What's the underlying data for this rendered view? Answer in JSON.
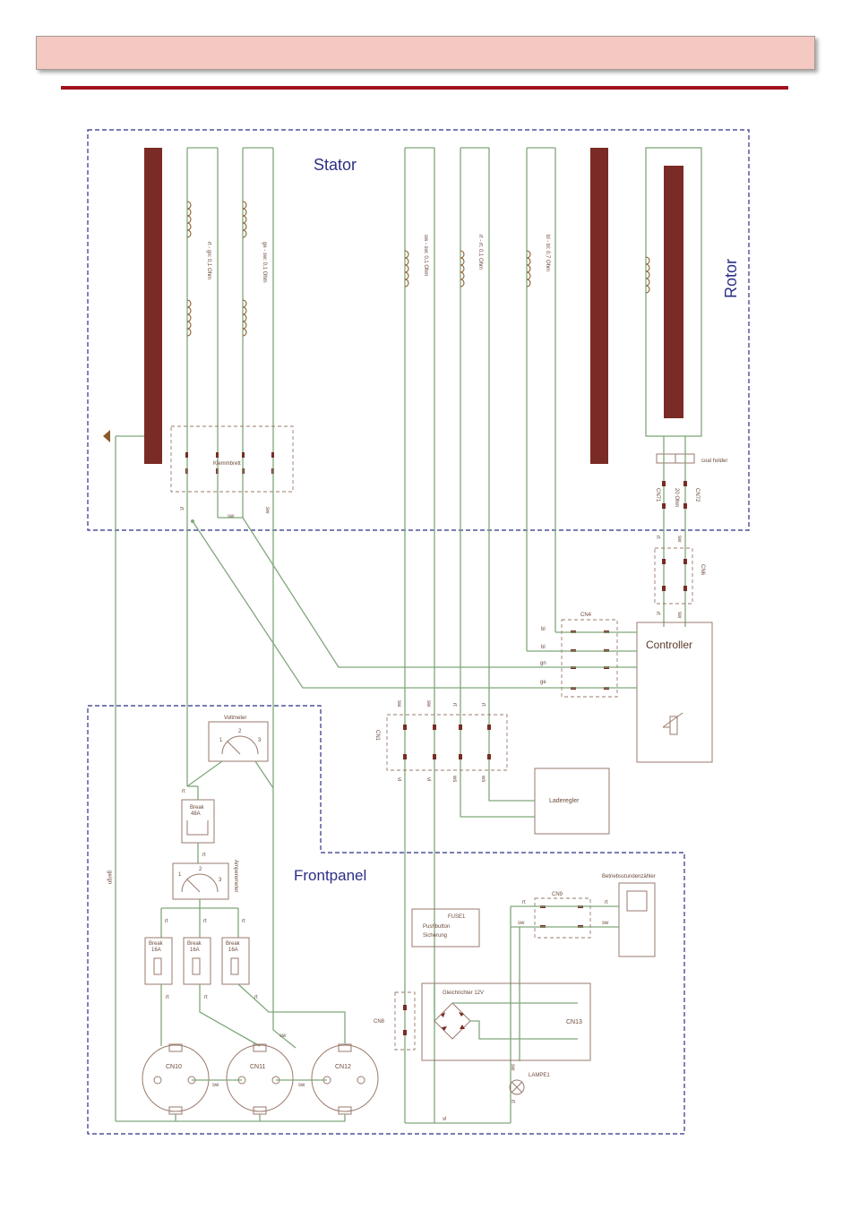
{
  "header": {
    "bar_color": "#f3c9c1",
    "rule_color": "#a0121e"
  },
  "colors": {
    "wire": "#7fa87a",
    "frame": "#2c2f86",
    "bar": "#7a2b25",
    "box": "#9a7a6c"
  },
  "titles": {
    "stator": "Stator",
    "rotor": "Rotor",
    "frontpanel": "Frontpanel"
  },
  "coils": {
    "c1": "rt - gn: 0,1 Ohm",
    "c2": "ge - sw: 0,1 Ohm",
    "c3": "sw - sw: 0,1 Ohm",
    "c4": "rt - rt: 0,1 Ohm",
    "c5": "bl - bl: 0,7 Ohm"
  },
  "labels": {
    "klemmbrett": "Klemmbrett",
    "coal_holder": "coal holder",
    "cn71": "CN71",
    "cn72": "CN72",
    "ohm20": "20 Ohm",
    "cn6": "CN6",
    "cn4": "CN4",
    "controller": "Controller",
    "cn1": "CN1",
    "laderegler": "Laderegler",
    "voltmeter": "Voltmeter",
    "amperemeter": "Amperemeter",
    "fuse1": "FUSE1",
    "pushbutton": "Pushbutton",
    "sicherung": "Sicherung",
    "cn9": "CN9",
    "betriebsstunden": "Betriebsstundenzähler",
    "cn8": "CN8",
    "gleichrichter": "Gleichrichter 12V",
    "cn13": "CN13",
    "lampe": "LAMPE1",
    "cn10": "CN10",
    "cn11": "CN11",
    "cn12": "CN12",
    "break_a": "Break",
    "amp_a": "48A",
    "break_b": "Break",
    "amp_b": "16A",
    "gegn": "ge/gn"
  },
  "wire_tags": {
    "rt": "rt",
    "sw": "sw",
    "bl": "bl",
    "gn": "gn",
    "ge": "ge",
    "ws": "ws",
    "vl": "vl"
  },
  "dial_numbers": {
    "n1": "1",
    "n2": "2",
    "n3": "3"
  }
}
